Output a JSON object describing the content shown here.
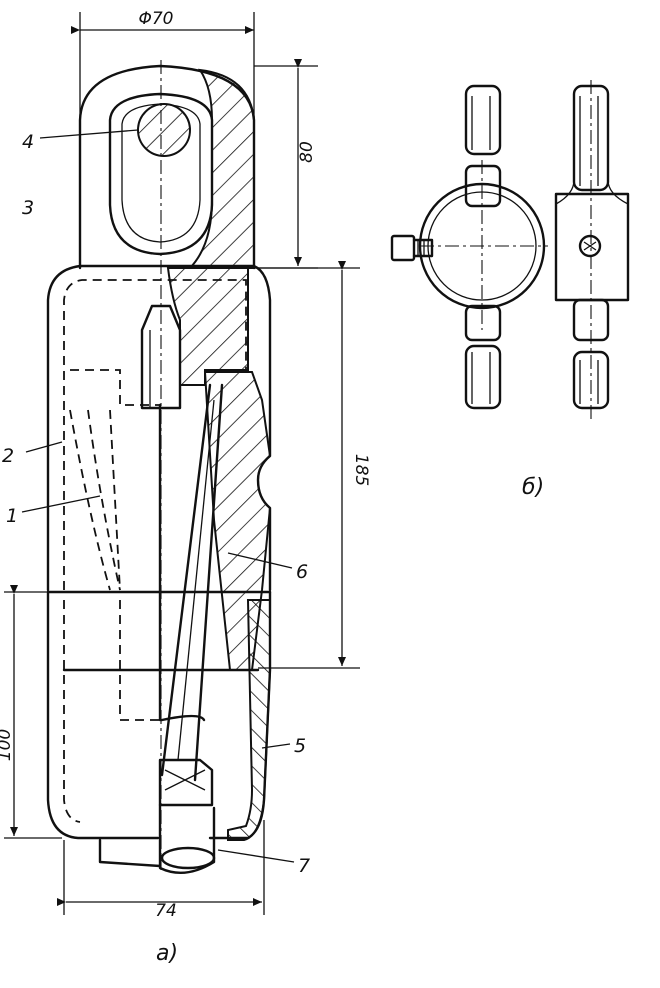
{
  "figure": {
    "dimensions": {
      "top_width": "Φ70",
      "head_height": "80",
      "middle_height": "185",
      "lower_height": "100",
      "bottom_width": "74"
    },
    "part_labels": [
      "1",
      "2",
      "3",
      "4",
      "5",
      "6",
      "7"
    ],
    "captions": {
      "main_view": "а)",
      "side_view": "б)"
    }
  }
}
